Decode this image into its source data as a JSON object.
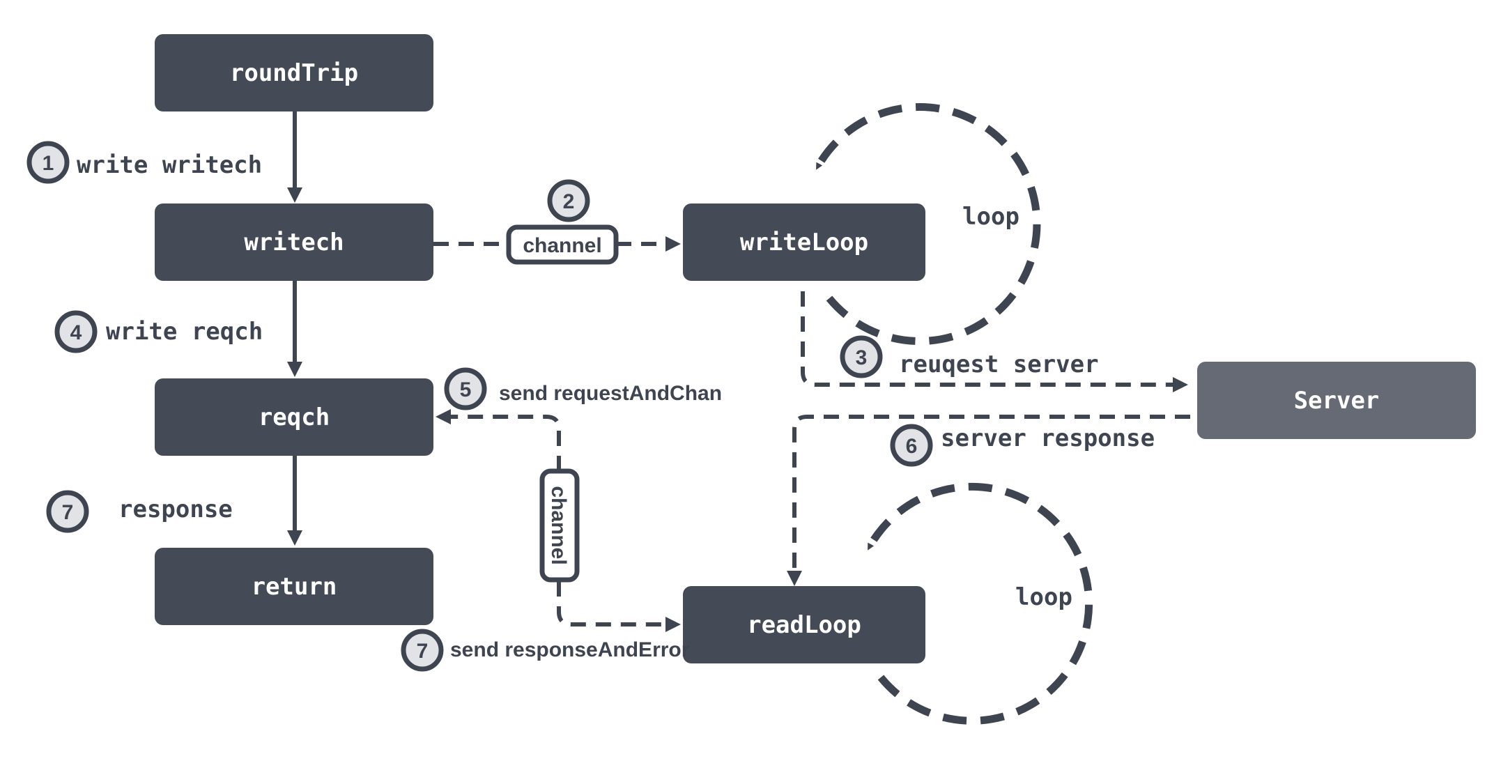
{
  "colors": {
    "box": "#454b56",
    "server": "#656a74",
    "line": "#3f4550",
    "badge_fill": "#e1e3e7"
  },
  "nodes": {
    "roundtrip": "roundTrip",
    "writech": "writech",
    "writeloop": "writeLoop",
    "reqch": "reqch",
    "return": "return",
    "readloop": "readLoop",
    "server": "Server"
  },
  "channels": {
    "top": "channel",
    "middle": "channel"
  },
  "loops": {
    "write": "loop",
    "read": "loop"
  },
  "steps": [
    {
      "num": "1",
      "label": "write writech"
    },
    {
      "num": "2",
      "label": ""
    },
    {
      "num": "3",
      "label": "reuqest server"
    },
    {
      "num": "4",
      "label": "write reqch"
    },
    {
      "num": "5",
      "label": "send requestAndChan"
    },
    {
      "num": "6",
      "label": "server response"
    },
    {
      "num": "7",
      "label": "response"
    },
    {
      "num": "7",
      "label": "send responseAndError"
    }
  ]
}
